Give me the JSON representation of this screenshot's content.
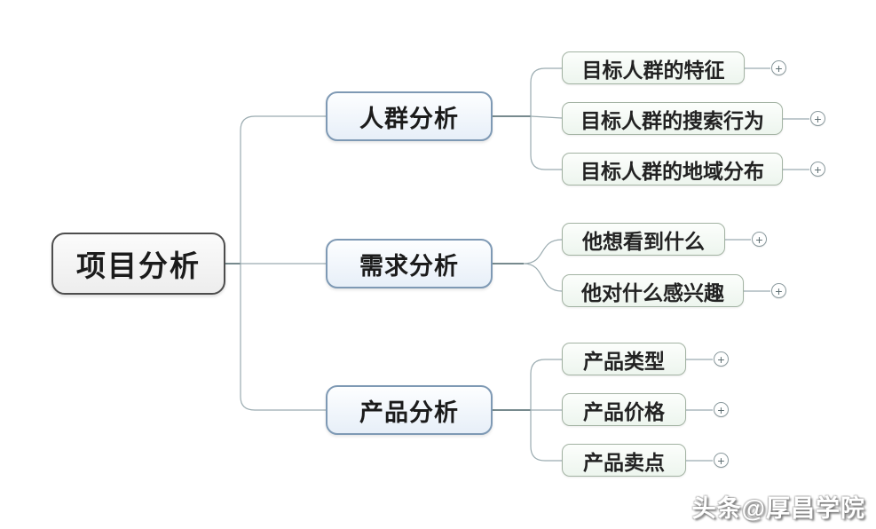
{
  "diagram": {
    "root": {
      "label": "项目分析"
    },
    "branches": [
      {
        "label": "人群分析",
        "children": [
          "目标人群的特征",
          "目标人群的搜索行为",
          "目标人群的地域分布"
        ]
      },
      {
        "label": "需求分析",
        "children": [
          "他想看到什么",
          "他对什么感兴趣"
        ]
      },
      {
        "label": "产品分析",
        "children": [
          "产品类型",
          "产品价格",
          "产品卖点"
        ]
      }
    ],
    "expand_icon": "+"
  },
  "watermark": {
    "text": "头条@厚昌学院"
  },
  "colors": {
    "background": "#ffffff",
    "root_border": "#4d4d4d",
    "root_fill": "#ededed",
    "branch_border": "#7e99b4",
    "branch_fill": "#e7eff8",
    "leaf_border": "#a3b3a3",
    "leaf_fill": "#edf5ee",
    "connector": "#9aabb0",
    "stem": "#4a6468",
    "watermark_text": "#ffffff"
  }
}
